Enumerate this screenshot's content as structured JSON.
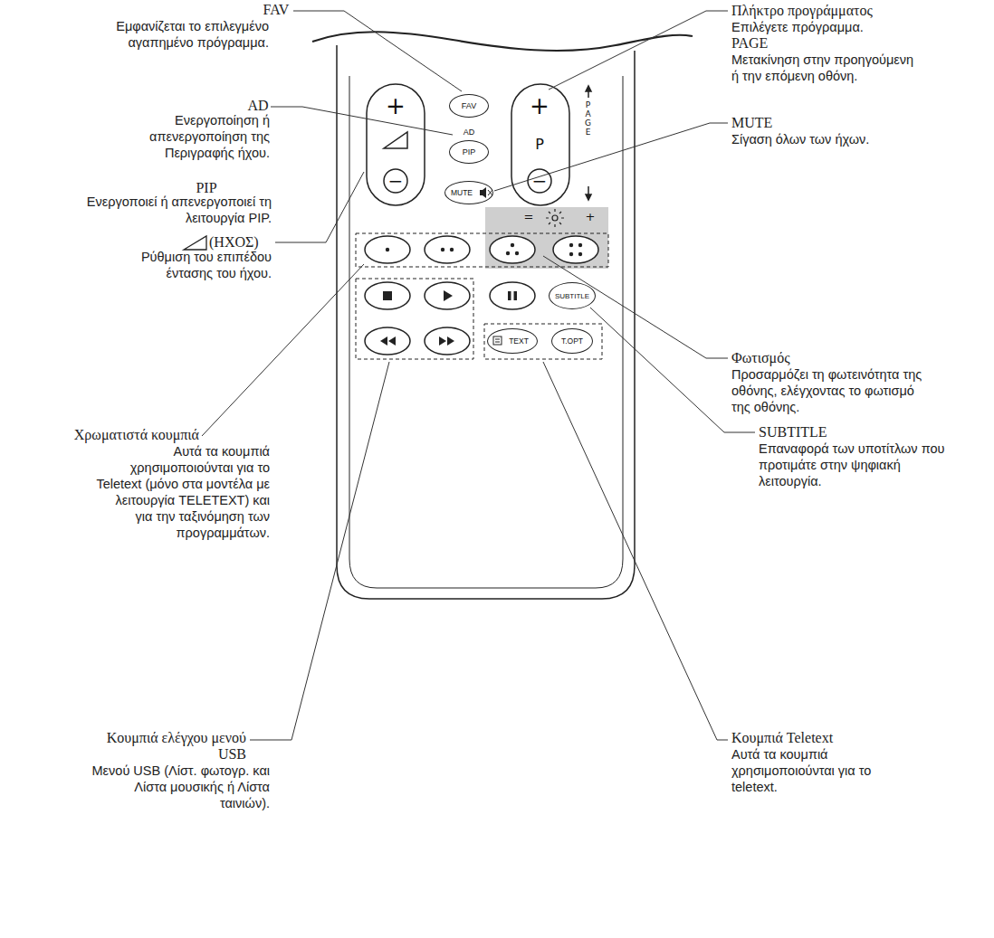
{
  "diagram": {
    "nodes": [
      {
        "text": [
          "FAV"
        ]
      },
      {
        "text": [
          "AD",
          "PIP"
        ]
      },
      {
        "text": [
          "MUTE"
        ]
      },
      {
        "text": [
          "SUBTITLE"
        ]
      },
      {
        "text": [
          "TEXT"
        ]
      },
      {
        "text": [
          "T.OPT"
        ]
      }
    ],
    "labels": [
      "FAV",
      "Εμφανίζεται το επιλεγμένο αγαπημένο πρόγραμμα.",
      "AD",
      "Ενεργοποίηση ή απενεργοποίηση της Περιγραφής ήχου.",
      "PIP",
      "Ενεργοποιεί ή απενεργοποιεί τη λειτουργία PIP.",
      "(ΗΧΟΣ)",
      "Ρύθμιση του επιπέδου έντασης του ήχου.",
      "Πλήκτρο προγράμματος",
      "Επιλέγετε πρόγραμμα.",
      "PAGE",
      "Μετακίνηση στην προηγούμενη ή την επόμενη οθόνη.",
      "MUTE",
      "Σίγαση όλων των ήχων.",
      "Φωτισμός",
      "Προσαρμόζει τη φωτεινότητα της οθόνης, ελέγχοντας το φωτισμό της οθόνης.",
      "SUBTITLE",
      "Επαναφορά των υποτίτλων που προτιμάτε στην ψηφιακή λειτουργία.",
      "Χρωματιστά κουμπιά",
      "Αυτά τα κουμπιά χρησιμοποιούνται για το Teletext (μόνο στα μοντέλα με λειτουργία TELETEXT) και για την ταξινόμηση των προγραμμάτων.",
      "Κουμπιά ελέγχου μενού USB",
      "Μενού USB (Λίστ. φωτογρ. και Λίστα μουσικής ή Λίστα ταινιών).",
      "Κουμπιά Teletext",
      "Αυτά τα κουμπιά χρησιμοποιούνται για το teletext.",
      "+",
      "−",
      "+",
      "P",
      "−",
      "PAGE",
      "=",
      "+"
    ]
  }
}
